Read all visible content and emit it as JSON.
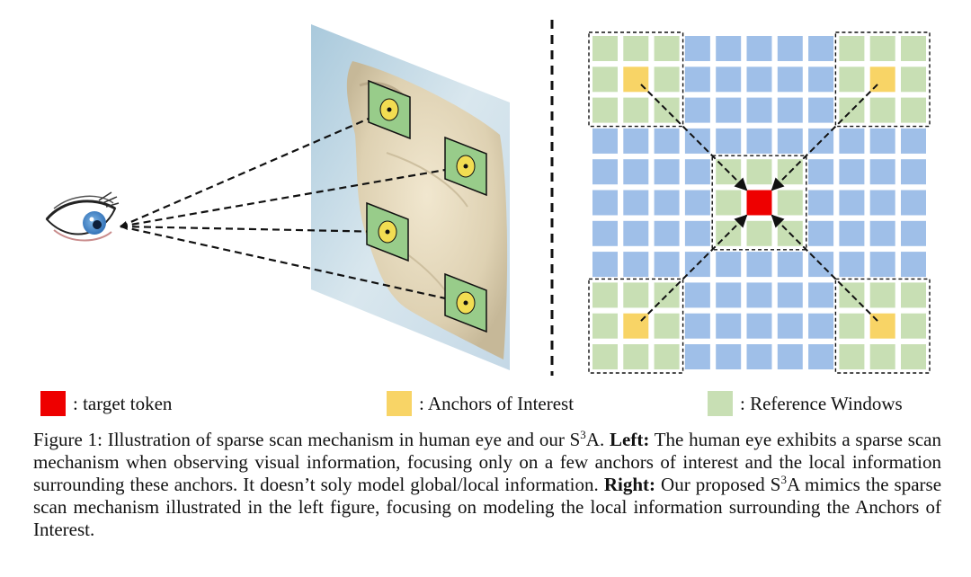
{
  "colors": {
    "target": "#ee0000",
    "anchor": "#f8d466",
    "reference": "#c8dfb4",
    "other": "#9fbfe8",
    "window_green": "#98cc8a",
    "dot_yellow": "#f2dd52"
  },
  "illustration": {
    "eye": "eye-icon",
    "photo": "polar-bear-image"
  },
  "legend": [
    {
      "swatch": "target",
      "label": ": target token"
    },
    {
      "swatch": "anchor",
      "label": ": Anchors of Interest"
    },
    {
      "swatch": "reference",
      "label": ": Reference Windows"
    }
  ],
  "caption": {
    "prefix": "Figure 1: Illustration of sparse scan mechanism in human eye and our S",
    "sup": "3",
    "after_sup": "A.",
    "left_label": "Left:",
    "left_text": "The human eye exhibits a sparse scan mechanism when observing visual information, focusing only on a few anchors of interest and the local information surrounding these anchors. It doesn’t soly model global/local information.",
    "right_label": "Right:",
    "right_prefix": "Our proposed S",
    "right_sup": "3",
    "right_text": "A mimics the sparse scan mechanism illustrated in the left figure, focusing on modeling the local information surrounding the Anchors of Interest."
  }
}
